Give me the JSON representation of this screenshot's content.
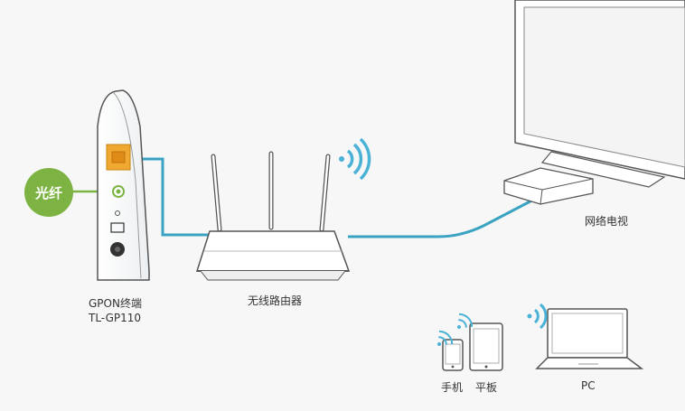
{
  "colors": {
    "fiber": "#7cb342",
    "cable": "#3aa3c2",
    "port": "#f0a830",
    "device_stroke": "#555555",
    "wifi": "#49b2d6",
    "background": "#f7f7f8"
  },
  "fiber_badge": {
    "label": "光纤"
  },
  "gpon": {
    "name_line1": "GPON终端",
    "name_line2": "TL-GP110"
  },
  "router": {
    "label": "无线路由器"
  },
  "tv": {
    "label": "网络电视"
  },
  "clients": {
    "phone": "手机",
    "tablet": "平板",
    "pc": "PC"
  },
  "icons": [
    "wifi-signal-icon",
    "ethernet-port-icon",
    "power-button-icon",
    "antenna-icon"
  ]
}
